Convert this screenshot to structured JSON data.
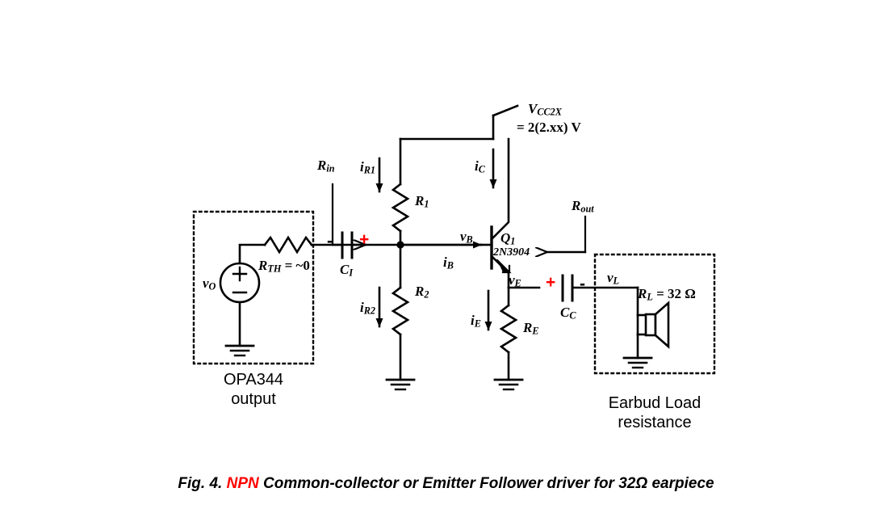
{
  "figure": {
    "caption_prefix": "Fig. 4. ",
    "caption_highlight": "NPN",
    "caption_rest": " Common-collector or Emitter Follower driver for 32Ω earpiece",
    "highlight_color": "#ff0000"
  },
  "source_block": {
    "caption_line1": "OPA344",
    "caption_line2": "output",
    "source_label": "v",
    "source_label_sub": "O",
    "source_plus": "+",
    "source_minus": "−",
    "thevenin_label": "R",
    "thevenin_sub": "TH",
    "thevenin_value": " = ~0"
  },
  "supply": {
    "label": "V",
    "label_sub": "CC2X",
    "value": "= 2(2.xx) V"
  },
  "components": {
    "r1": {
      "label": "R",
      "sub": "1"
    },
    "r2": {
      "label": "R",
      "sub": "2"
    },
    "re": {
      "label": "R",
      "sub": "E"
    },
    "rl": {
      "label": "R",
      "sub": "L",
      "value": " = 32 Ω"
    },
    "ci": {
      "label": "C",
      "sub": "I",
      "plus": "+",
      "minus": "-"
    },
    "cc": {
      "label": "C",
      "sub": "C",
      "plus": "+",
      "minus": "-"
    },
    "q1": {
      "label": "Q",
      "sub": "1",
      "part_number": "2N3904"
    }
  },
  "currents": {
    "ir1": {
      "label": "i",
      "sub": "R1"
    },
    "ir2": {
      "label": "i",
      "sub": "R2"
    },
    "ic": {
      "label": "i",
      "sub": "C"
    },
    "ib": {
      "label": "i",
      "sub": "B"
    },
    "ie": {
      "label": "i",
      "sub": "E"
    }
  },
  "voltages": {
    "vb": {
      "label": "v",
      "sub": "B"
    },
    "ve": {
      "label": "v",
      "sub": "E"
    },
    "vl": {
      "label": "v",
      "sub": "L"
    }
  },
  "impedances": {
    "rin": {
      "label": "R",
      "sub": "in"
    },
    "rout": {
      "label": "R",
      "sub": "out"
    }
  },
  "load_block": {
    "caption_line1": "Earbud Load",
    "caption_line2": "resistance"
  },
  "colors": {
    "wire": "#000000",
    "accent_red": "#ff0000",
    "background": "#ffffff"
  }
}
